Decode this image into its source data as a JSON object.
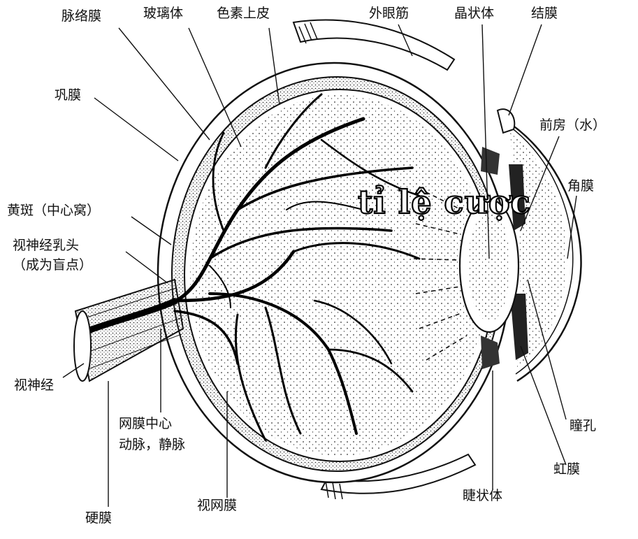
{
  "labels": {
    "choroid": "脉络膜",
    "vitreous": "玻璃体",
    "pigment_epithelium": "色素上皮",
    "extraocular_muscle": "外眼筋",
    "lens": "晶状体",
    "conjunctiva": "结膜",
    "sclera": "巩膜",
    "anterior_chamber": "前房（水）",
    "cornea": "角膜",
    "macula": "黄斑（中心窝）",
    "optic_disc_line1": "视神经乳头",
    "optic_disc_line2": "（成为盲点）",
    "optic_nerve": "视神经",
    "central_artery_line1": "网膜中心",
    "central_artery_line2": "动脉，静脉",
    "pupil": "瞳孔",
    "iris": "虹膜",
    "ciliary_body": "睫状体",
    "dura": "硬膜",
    "retina": "视网膜"
  },
  "watermark": "tỉ lệ cược",
  "colors": {
    "ink": "#111111",
    "background": "#ffffff"
  }
}
